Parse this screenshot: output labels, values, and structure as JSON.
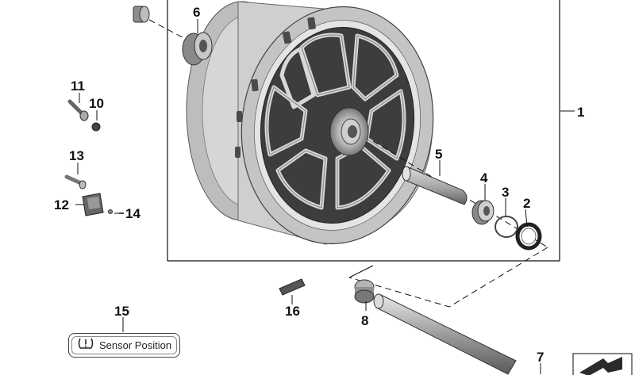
{
  "callouts": {
    "c1": "1",
    "c2": "2",
    "c3": "3",
    "c4": "4",
    "c5": "5",
    "c6": "6",
    "c7": "7",
    "c8": "8",
    "c10": "10",
    "c11": "11",
    "c12": "12",
    "c13": "13",
    "c14": "14",
    "c15": "15",
    "c16": "16"
  },
  "sensor_badge": {
    "label": "Sensor Position",
    "icon": "tpms-warning-icon"
  },
  "colors": {
    "line": "#111111",
    "wheel_rim": "#c8c8c8",
    "wheel_dark": "#3a3a3a",
    "part_grey": "#9a9a9a"
  }
}
